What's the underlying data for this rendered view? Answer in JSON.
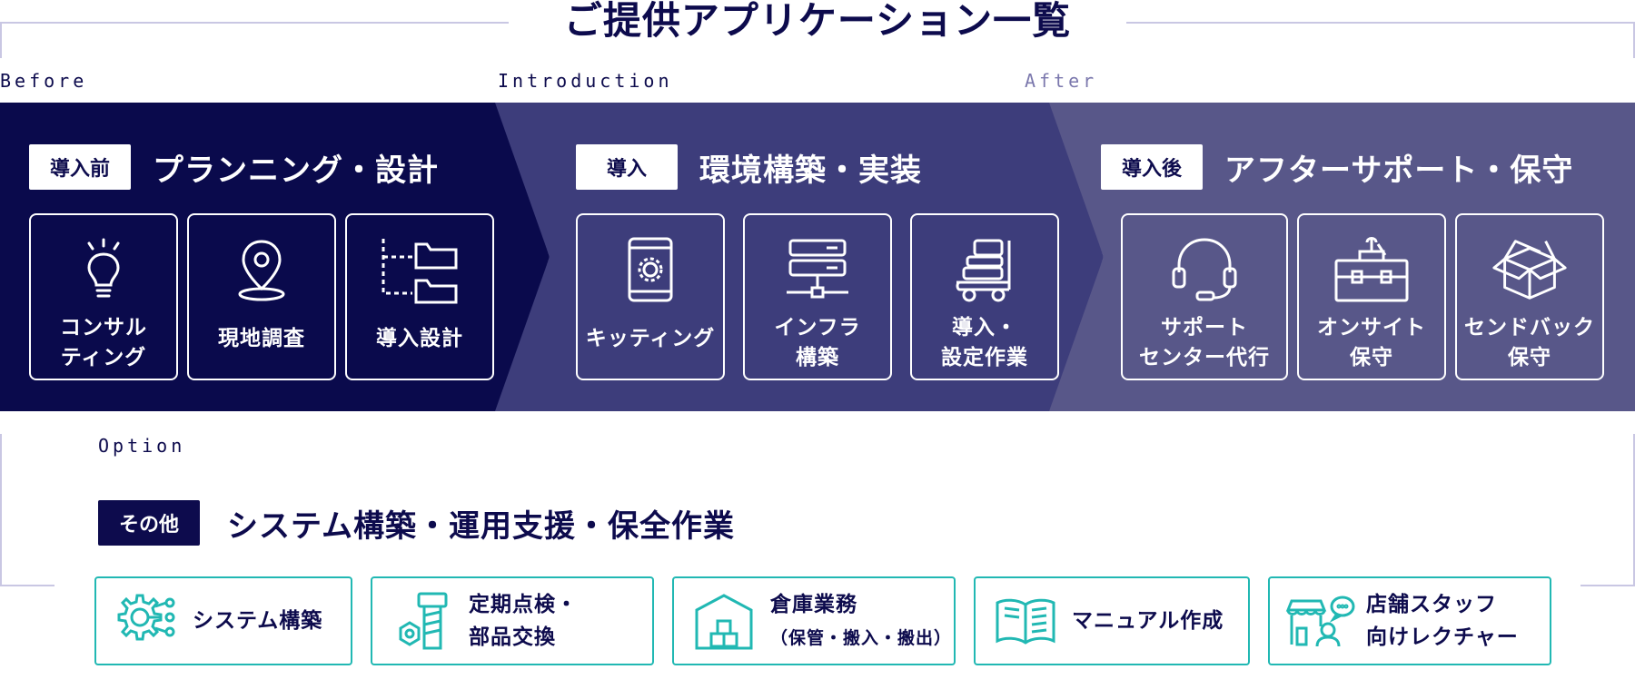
{
  "title": "ご提供アプリケーション一覧",
  "phase_labels": {
    "before": "Before",
    "introduction": "Introduction",
    "after": "After"
  },
  "colors": {
    "navy": "#0a0a4c",
    "mid": "#3d3d7b",
    "light": "#585789",
    "teal": "#21b8b3",
    "frame": "#c9c7e3"
  },
  "phases": [
    {
      "tag": "導入前",
      "title": "プランニング・設計",
      "cards": [
        {
          "label": "コンサル\nティング",
          "icon": "lightbulb-icon"
        },
        {
          "label": "現地調査",
          "icon": "map-pin-icon"
        },
        {
          "label": "導入設計",
          "icon": "folder-tree-icon"
        }
      ]
    },
    {
      "tag": "導入",
      "title": "環境構築・実装",
      "cards": [
        {
          "label": "キッティング",
          "icon": "phone-gear-icon"
        },
        {
          "label": "インフラ\n構築",
          "icon": "server-network-icon"
        },
        {
          "label": "導入・\n設定作業",
          "icon": "cart-devices-icon"
        }
      ]
    },
    {
      "tag": "導入後",
      "title": "アフターサポート・保守",
      "cards": [
        {
          "label": "サポート\nセンター代行",
          "icon": "headset-icon"
        },
        {
          "label": "オンサイト\n保守",
          "icon": "toolbox-icon"
        },
        {
          "label": "センドバック\n保守",
          "icon": "package-box-icon"
        }
      ]
    }
  ],
  "option": {
    "label": "Option",
    "tag": "その他",
    "title": "システム構築・運用支援・保全作業",
    "cards": [
      {
        "label": "システム構築",
        "sub": "",
        "icon": "gear-network-icon"
      },
      {
        "label": "定期点検・\n部品交換",
        "sub": "",
        "icon": "bolt-nut-icon"
      },
      {
        "label": "倉庫業務",
        "sub": "（保管・搬入・搬出）",
        "icon": "warehouse-icon"
      },
      {
        "label": "マニュアル作成",
        "sub": "",
        "icon": "open-book-icon"
      },
      {
        "label": "店舗スタッフ\n向けレクチャー",
        "sub": "",
        "icon": "store-staff-icon"
      }
    ]
  }
}
